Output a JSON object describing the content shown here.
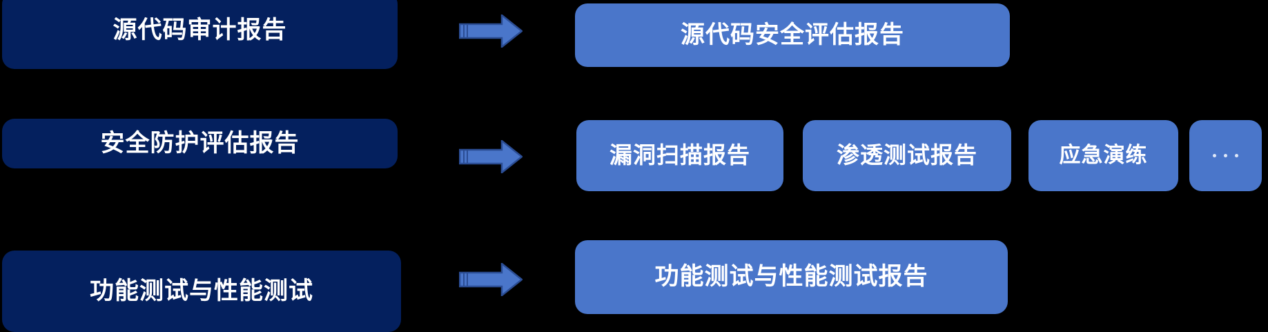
{
  "diagram": {
    "title": "",
    "background_color": "#000000",
    "colors": {
      "source_box": "#04205e",
      "result_box": "#4a76ca",
      "arrow_fill": "#4a76ca",
      "arrow_stroke": "#2b4d94",
      "text": "#ffffff",
      "dots": "#dfe7f7"
    },
    "rows": [
      {
        "source": {
          "label": "源代码审计报告"
        },
        "arrow": {
          "icon": "right-arrow-icon"
        },
        "results": [
          {
            "label": "源代码安全评估报告"
          }
        ]
      },
      {
        "source": {
          "label": "安全防护评估报告"
        },
        "arrow": {
          "icon": "right-arrow-icon"
        },
        "results": [
          {
            "label": "漏洞扫描报告"
          },
          {
            "label": "渗透测试报告"
          },
          {
            "label": "应急演练"
          },
          {
            "label": "..."
          }
        ]
      },
      {
        "source": {
          "label": "功能测试与性能测试"
        },
        "arrow": {
          "icon": "right-arrow-icon"
        },
        "results": [
          {
            "label": "功能测试与性能测试报告"
          }
        ]
      }
    ]
  }
}
